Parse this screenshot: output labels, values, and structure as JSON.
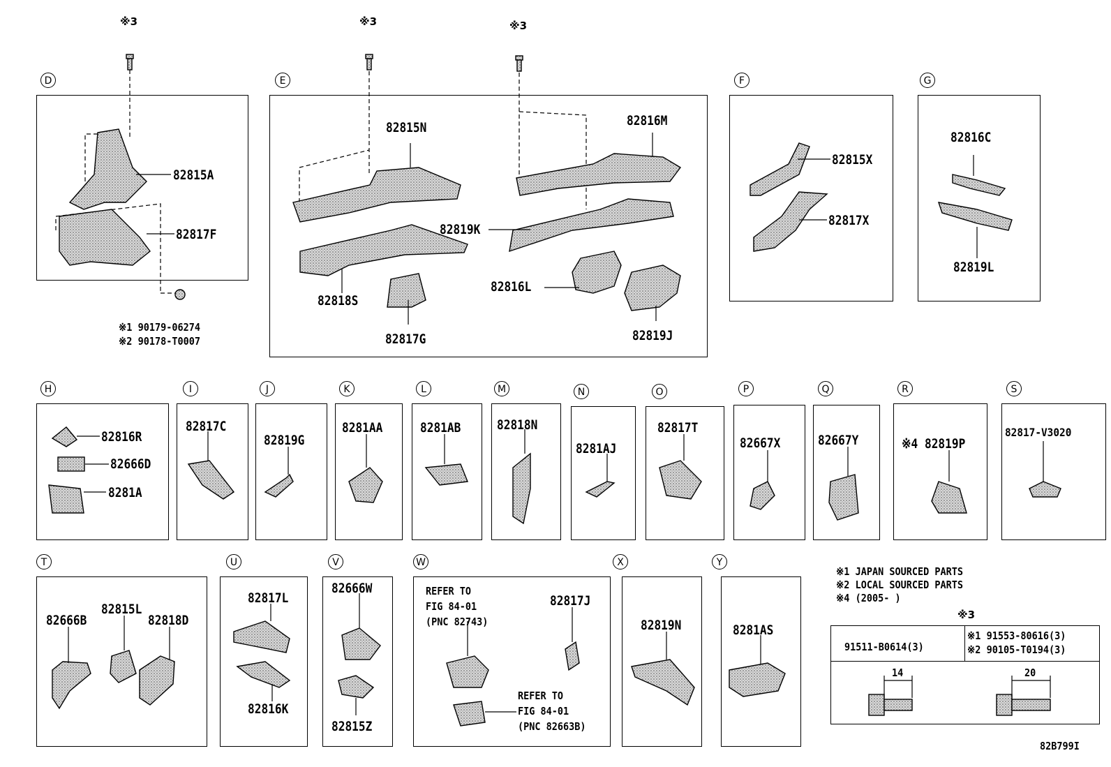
{
  "ref": "※3",
  "sections": {
    "D": {
      "letter": "D",
      "parts": [
        "82815A",
        "82817F"
      ],
      "notes": [
        "※1 90179-06274",
        "※2 90178-T0007"
      ]
    },
    "E": {
      "letter": "E",
      "parts": [
        "82815N",
        "82816M",
        "82819K",
        "82818S",
        "82817G",
        "82816L",
        "82819J"
      ]
    },
    "F": {
      "letter": "F",
      "parts": [
        "82815X",
        "82817X"
      ]
    },
    "G": {
      "letter": "G",
      "parts": [
        "82816C",
        "82819L"
      ]
    },
    "H": {
      "letter": "H",
      "parts": [
        "82816R",
        "82666D",
        "8281A"
      ]
    },
    "I": {
      "letter": "I",
      "parts": [
        "82817C"
      ]
    },
    "J": {
      "letter": "J",
      "parts": [
        "82819G"
      ]
    },
    "K": {
      "letter": "K",
      "parts": [
        "8281AA"
      ]
    },
    "L": {
      "letter": "L",
      "parts": [
        "8281AB"
      ]
    },
    "M": {
      "letter": "M",
      "parts": [
        "82818N"
      ]
    },
    "N": {
      "letter": "N",
      "parts": [
        "8281AJ"
      ]
    },
    "O": {
      "letter": "O",
      "parts": [
        "82817T"
      ]
    },
    "P": {
      "letter": "P",
      "parts": [
        "82667X"
      ]
    },
    "Q": {
      "letter": "Q",
      "parts": [
        "82667Y"
      ]
    },
    "R": {
      "letter": "R",
      "parts": [
        "※4 82819P"
      ]
    },
    "S": {
      "letter": "S",
      "parts": [
        "82817-V3020"
      ]
    },
    "T": {
      "letter": "T",
      "parts": [
        "82666B",
        "82815L",
        "82818D"
      ]
    },
    "U": {
      "letter": "U",
      "parts": [
        "82817L",
        "82816K"
      ]
    },
    "V": {
      "letter": "V",
      "parts": [
        "82666W",
        "82815Z"
      ]
    },
    "W": {
      "letter": "W",
      "parts": [
        "82817J"
      ],
      "refs": [
        [
          "REFER TO",
          "FIG 84-01",
          "(PNC 82743)"
        ],
        [
          "REFER TO",
          "FIG 84-01",
          "(PNC 82663B)"
        ]
      ]
    },
    "X": {
      "letter": "X",
      "parts": [
        "82819N"
      ]
    },
    "Y": {
      "letter": "Y",
      "parts": [
        "8281AS"
      ]
    }
  },
  "legend": [
    "※1 JAPAN SOURCED PARTS",
    "※2 LOCAL SOURCED PARTS",
    "※4 (2005-        )"
  ],
  "bolt_table": {
    "title": "※3",
    "left": "91511-B0614(3)",
    "right": [
      "※1 91553-80616(3)",
      "※2 90105-T0194(3)"
    ],
    "dim_left": "14",
    "dim_right": "20"
  },
  "diagram_code": "82B799I"
}
